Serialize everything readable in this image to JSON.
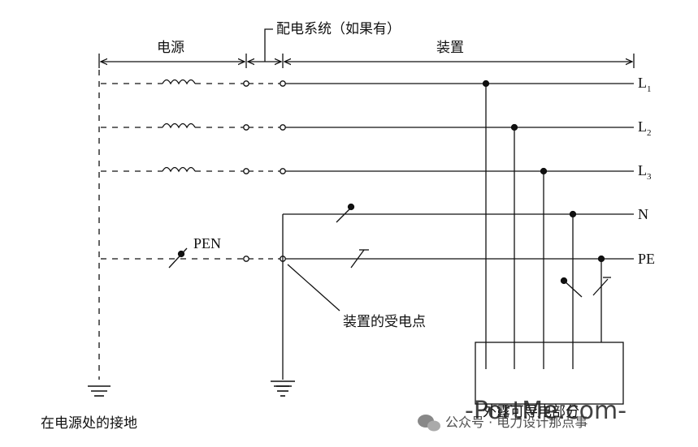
{
  "labels": {
    "power_source": "电源",
    "distribution": "配电系统（如果有）",
    "installation": "装置",
    "service_point": "装置的受电点",
    "source_earthing": "在电源处的接地",
    "pen": "PEN",
    "exposed_part": "外露可导电部分"
  },
  "conductors": {
    "l1": "L",
    "l1_sub": "1",
    "l2": "L",
    "l2_sub": "2",
    "l3": "L",
    "l3_sub": "3",
    "n": "N",
    "pe": "PE"
  },
  "watermark": {
    "brand": "-PortMe.com-",
    "account": "公众号 · 电力设计那点事"
  }
}
